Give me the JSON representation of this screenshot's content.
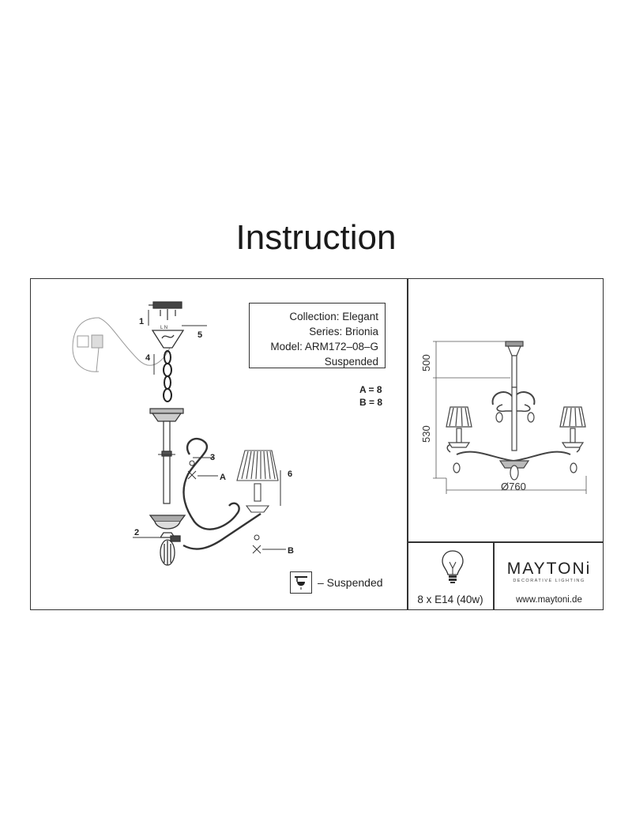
{
  "header": {
    "title": "Instruction"
  },
  "product": {
    "collection": "Collection: Elegant",
    "series": "Series: Brionia",
    "model": "Model: ARM172–08–G",
    "type": "Suspended"
  },
  "quantities": {
    "a": "A = 8",
    "b": "B = 8"
  },
  "steps": {
    "s1": "1",
    "s2": "2",
    "s3": "3",
    "s4": "4",
    "s5": "5",
    "s6": "6",
    "partA": "A",
    "partB": "B",
    "wiring": "L  N"
  },
  "dimensions": {
    "height_top": "500",
    "height_body": "530",
    "diameter": "Ø760"
  },
  "legend": {
    "icon": "suspended-mount-icon",
    "label": "– Suspended"
  },
  "bulb": {
    "icon": "lightbulb-icon",
    "spec": "8 x E14 (40w)"
  },
  "brand": {
    "name": "MAYTONi",
    "tagline": "DECORATIVE LIGHTING",
    "url": "www.maytoni.de"
  }
}
